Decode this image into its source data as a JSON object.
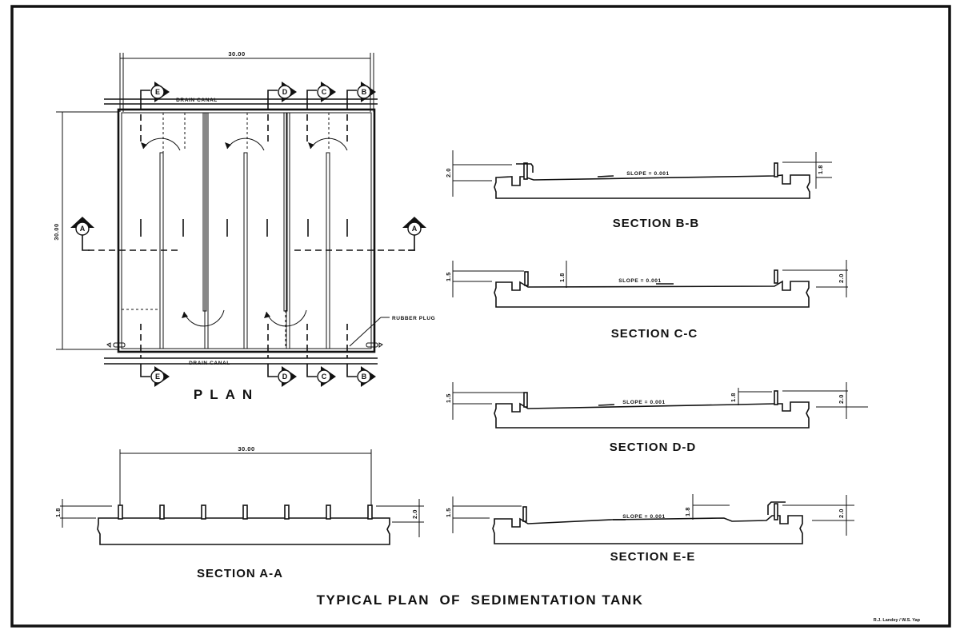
{
  "drawing": {
    "title": "TYPICAL PLAN  OF  SEDIMENTATION TANK",
    "credit": "R.J. Landey / W.S. Yap",
    "colors": {
      "ink": "#111111",
      "paper": "#ffffff"
    }
  },
  "plan": {
    "label": "PLAN",
    "overall_width": "30.00",
    "overall_length": "30.00",
    "drain_canal_top": "DRAIN CANAL",
    "drain_canal_bottom": "DRAIN CANAL",
    "rubber_plug": "RUBBER PLUG",
    "section_markers": {
      "A": "A",
      "B": "B",
      "C": "C",
      "D": "D",
      "E": "E"
    }
  },
  "sections": {
    "aa": {
      "label": "SECTION A-A",
      "width": "30.00",
      "dim_left": "1.8",
      "dim_right": "2.0"
    },
    "bb": {
      "label": "SECTION B-B",
      "slope": "SLOPE = 0.001",
      "dim_left": "2.0",
      "dim_right": "1.8"
    },
    "cc": {
      "label": "SECTION C-C",
      "slope": "SLOPE = 0.001",
      "dim_left": "1.5",
      "dim_mid": "1.8",
      "dim_right": "2.0"
    },
    "dd": {
      "label": "SECTION D-D",
      "slope": "SLOPE = 0.001",
      "dim_left": "1.5",
      "dim_mid": "1.8",
      "dim_right": "2.0"
    },
    "ee": {
      "label": "SECTION E-E",
      "slope": "SLOPE = 0.001",
      "dim_left": "1.5",
      "dim_mid": "1.8",
      "dim_right": "2.0"
    }
  }
}
